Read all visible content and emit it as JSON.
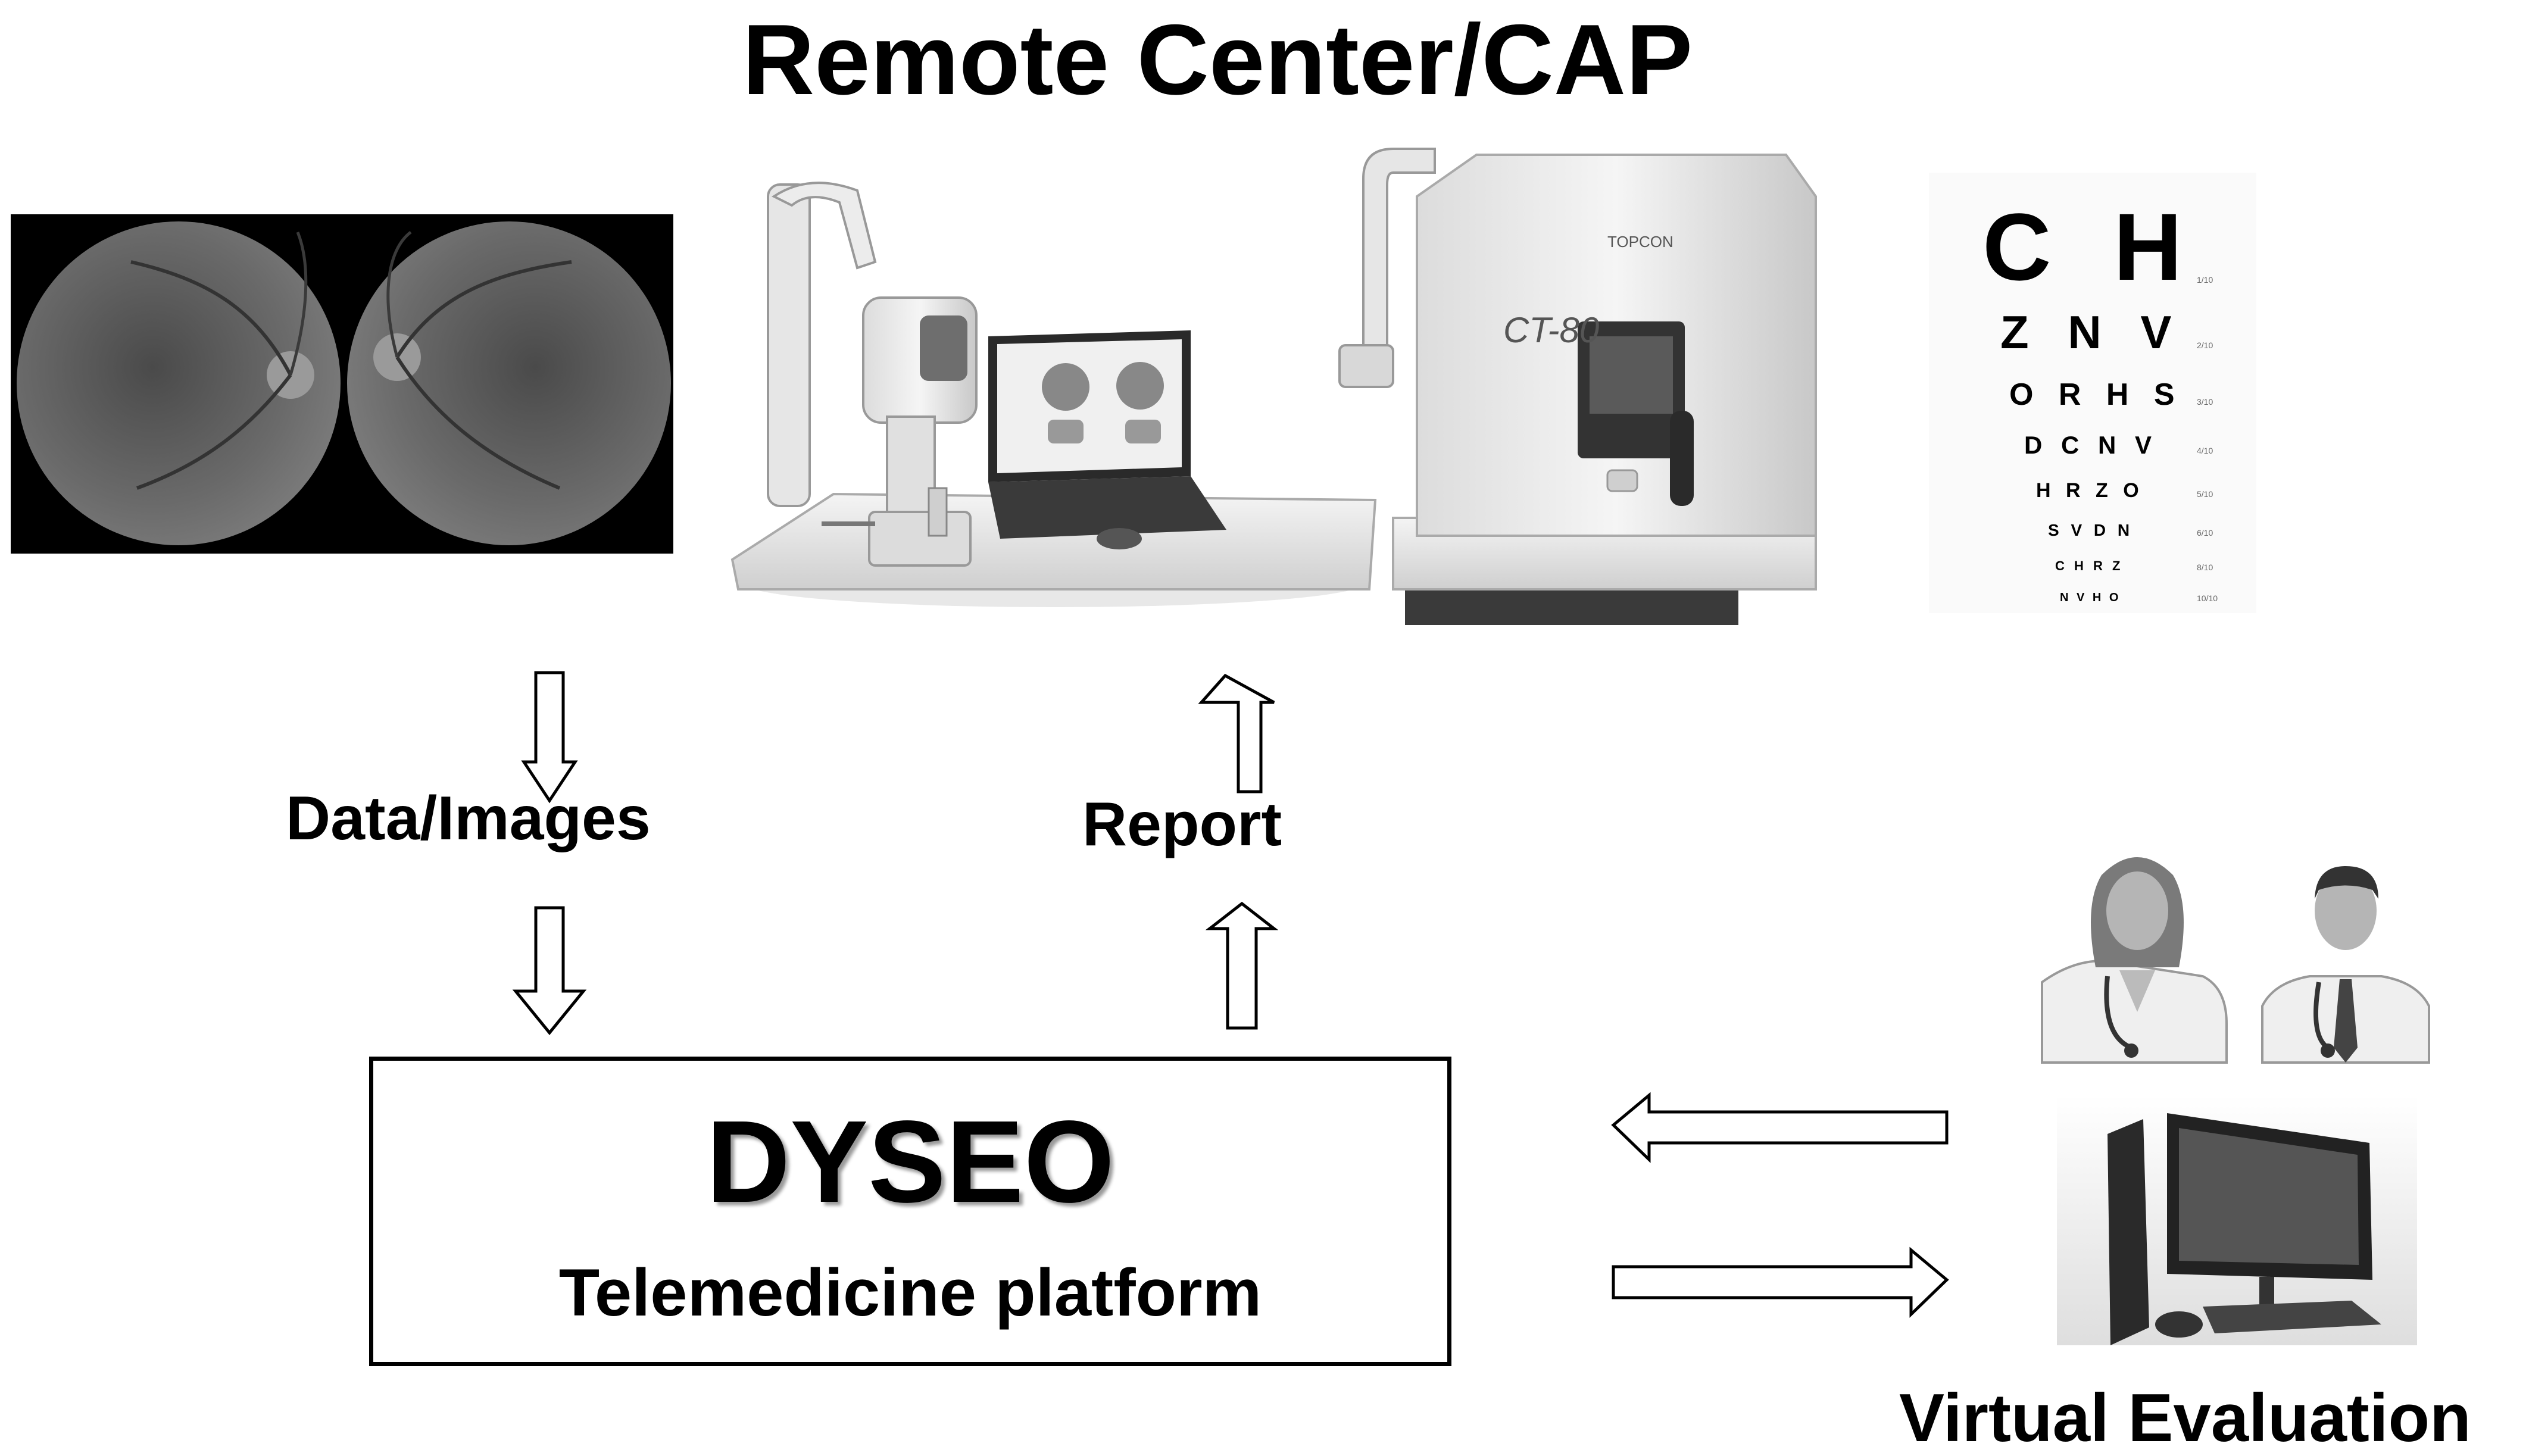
{
  "title": "Remote Center/CAP",
  "labels": {
    "data_images": "Data/Images",
    "report": "Report",
    "virtual_evaluation": "Virtual Evaluation"
  },
  "platform": {
    "name": "DYSEO",
    "subtitle": "Telemedicine platform"
  },
  "eye_chart": {
    "rows": [
      {
        "letters": "C H",
        "score": "1/10"
      },
      {
        "letters": "Z N V",
        "score": "2/10"
      },
      {
        "letters": "O R H S",
        "score": "3/10"
      },
      {
        "letters": "D C N V",
        "score": "4/10"
      },
      {
        "letters": "H R Z O",
        "score": "5/10"
      },
      {
        "letters": "S V D N",
        "score": "6/10"
      },
      {
        "letters": "C H R Z",
        "score": "8/10"
      },
      {
        "letters": "N V H O",
        "score": "10/10"
      }
    ]
  },
  "devices": {
    "tonometer_brand": "TOPCON",
    "tonometer_model": "CT-80"
  },
  "icons": [
    "fundus-images-icon",
    "retinal-camera-laptop-icon",
    "tonometer-icon",
    "eye-chart-icon",
    "female-doctor-icon",
    "male-doctor-icon",
    "desktop-computer-icon"
  ]
}
